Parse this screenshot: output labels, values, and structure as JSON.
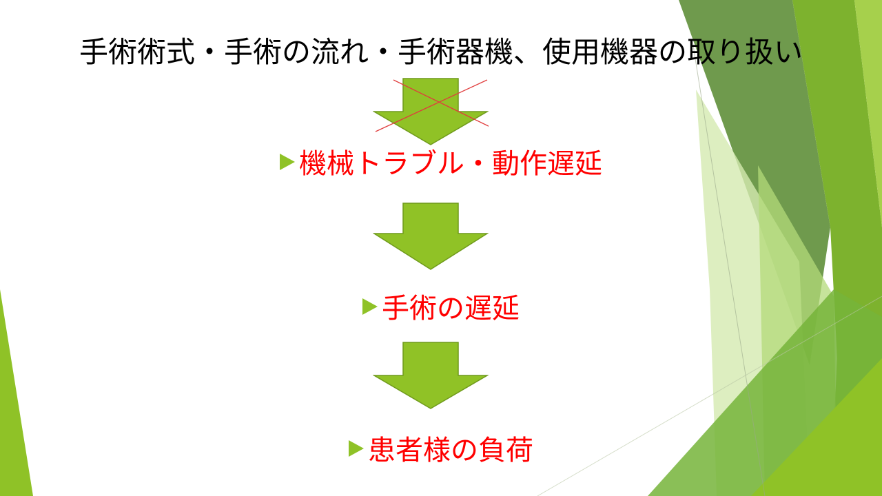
{
  "slide": {
    "title": "手術術式・手術の流れ・手術器機、使用機器の取り扱い",
    "steps": [
      {
        "label": "機械トラブル・動作遅延",
        "bullet_icon": "triangle-right-icon"
      },
      {
        "label": "手術の遅延",
        "bullet_icon": "triangle-right-icon"
      },
      {
        "label": "患者様の負荷",
        "bullet_icon": "triangle-right-icon"
      }
    ],
    "arrow_icon": "down-arrow-icon",
    "crossed_arrow_icon": "x-mark-icon"
  },
  "colors": {
    "title_text": "#000000",
    "step_text": "#ff0000",
    "arrow_fill": "#90c226",
    "arrow_stroke": "#6f9a1c",
    "cross_line": "#e03c3c",
    "accent_green": "#8fc227",
    "dark_green": "#5d8c36",
    "light_green": "#c5e08f"
  }
}
